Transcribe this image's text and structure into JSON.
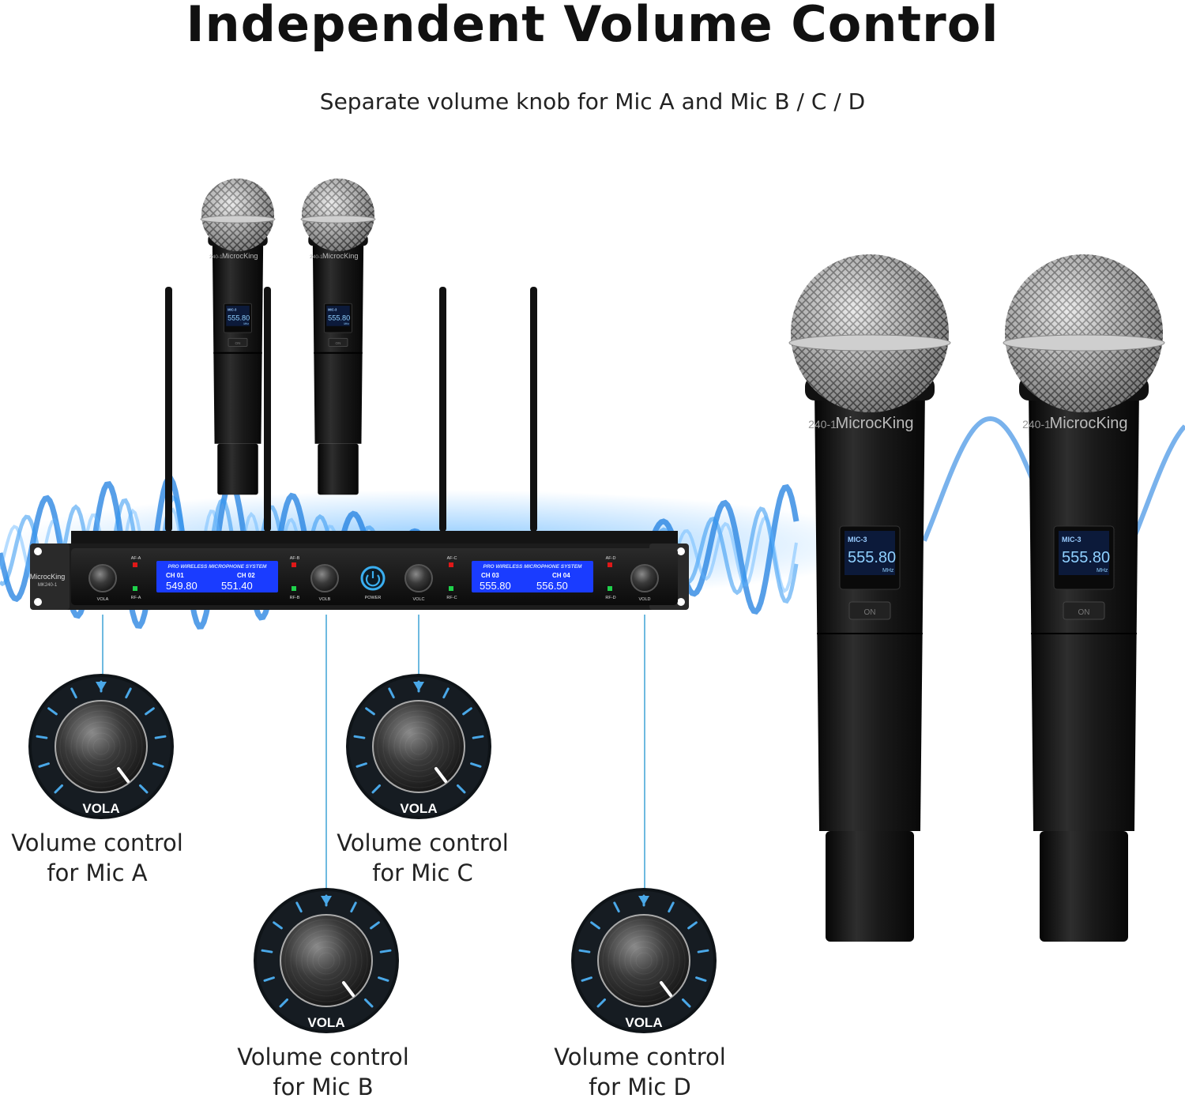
{
  "header": {
    "title": "Independent Volume Control",
    "subtitle": "Separate volume knob for Mic A and Mic B / C / D"
  },
  "receiver": {
    "brand": "MicrocKing",
    "model": "MK240-1",
    "display_title": "PRO WIRELESS MICROPHONE SYSTEM",
    "displays": [
      {
        "ch1": "CH 01",
        "freq1": "549.80",
        "ch2": "CH 02",
        "freq2": "551.40"
      },
      {
        "ch1": "CH 03",
        "freq1": "555.80",
        "ch2": "CH 04",
        "freq2": "556.50"
      }
    ],
    "labels": {
      "af_a": "AF-A",
      "rf_a": "RF-A",
      "af_b": "AF-B",
      "rf_b": "RF-B",
      "af_c": "AF-C",
      "rf_c": "RF-C",
      "af_d": "AF-D",
      "rf_d": "RF-D",
      "vol_a": "VOLA",
      "vol_b": "VOLB",
      "vol_c": "VOLC",
      "vol_d": "VOLD",
      "power": "POWER"
    }
  },
  "microphone": {
    "brand": "MicrocKing",
    "model": "240-1",
    "channel": "MIC-3",
    "frequency": "555.80",
    "unit": "MHz",
    "switch": "ON"
  },
  "knobs": [
    {
      "label": "VOLA",
      "caption_line1": "Volume control",
      "caption_line2": "for Mic A"
    },
    {
      "label": "VOLA",
      "caption_line1": "Volume control",
      "caption_line2": "for Mic C"
    },
    {
      "label": "VOLA",
      "caption_line1": "Volume control",
      "caption_line2": "for Mic B"
    },
    {
      "label": "VOLA",
      "caption_line1": "Volume control",
      "caption_line2": "for Mic D"
    }
  ],
  "colors": {
    "wave": "#1f7fe0",
    "lcd": "#1a3cff",
    "knob_ring": "#4aa8e8",
    "body": "#1b1b1b"
  }
}
